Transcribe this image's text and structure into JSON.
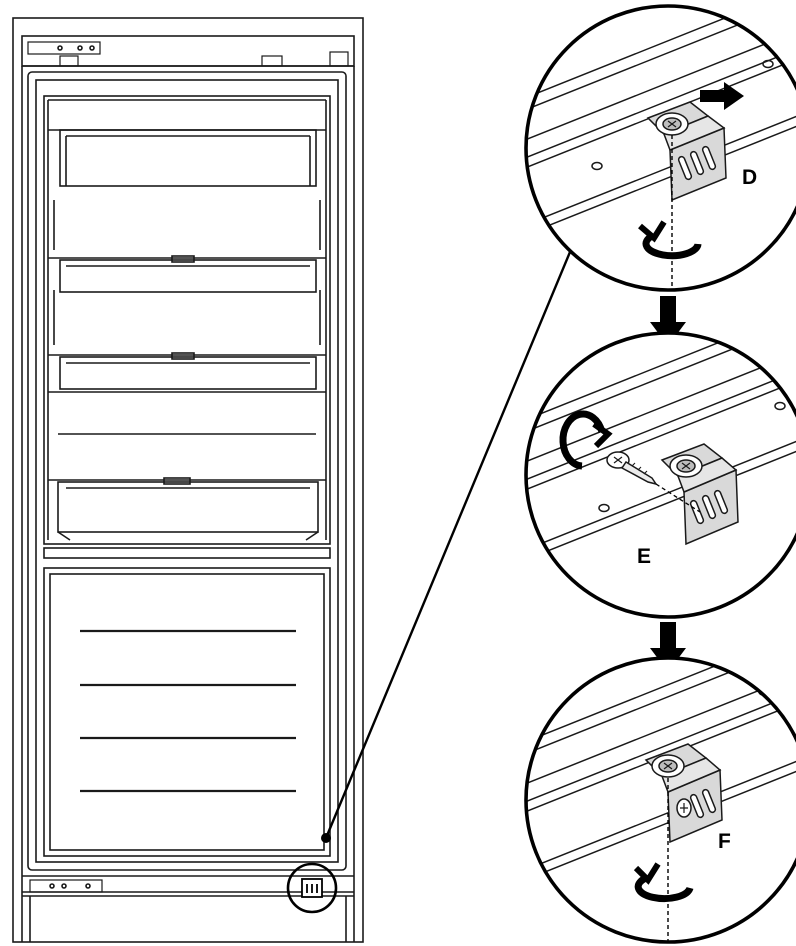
{
  "labels": {
    "step_d": "D",
    "step_e": "E",
    "step_f": "F"
  },
  "colors": {
    "line": "#1a1a1a",
    "panel": "#ffffff",
    "bracket": "#d9d9d9",
    "arrow": "#000000"
  },
  "icons": {
    "bracket": "hinge-bracket-icon",
    "screw": "screw-icon",
    "rotate": "rotate-arrow-icon",
    "push": "push-arrow-icon",
    "down": "down-arrow-icon"
  }
}
